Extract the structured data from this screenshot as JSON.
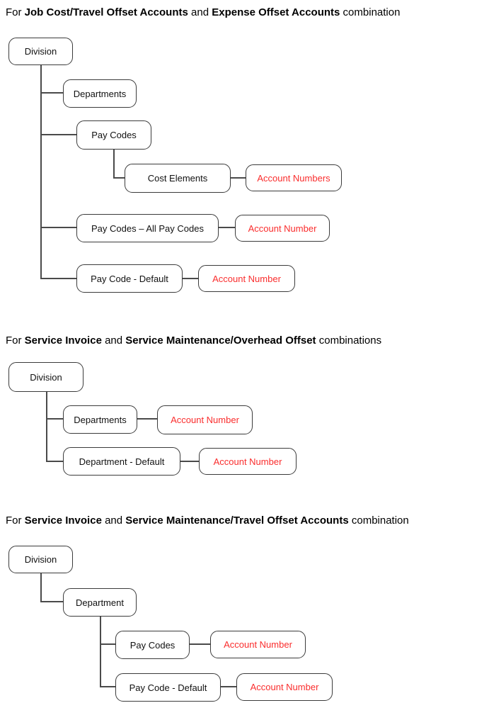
{
  "colors": {
    "background": "#ffffff",
    "node_border": "#3b3b3b",
    "node_text": "#111111",
    "account_text": "#fa2d2d",
    "connector": "#4a4a4a"
  },
  "sections": [
    {
      "title": [
        "For ",
        "Job Cost/Travel Offset Accounts",
        " and ",
        "Expense Offset Accounts",
        " combination"
      ],
      "nodes": {
        "division": "Division",
        "departments": "Departments",
        "pay_codes": "Pay Codes",
        "cost_elements": "Cost Elements",
        "account_numbers": "Account Numbers",
        "all_pay_codes": "Pay Codes – All Pay Codes",
        "account_number_all": "Account Number",
        "pay_code_default": "Pay Code - Default",
        "account_number_default": "Account Number"
      }
    },
    {
      "title": [
        "For ",
        "Service Invoice",
        " and ",
        "Service Maintenance/Overhead Offset",
        " combinations"
      ],
      "nodes": {
        "division": "Division",
        "departments": "Departments",
        "account_number_departments": "Account Number",
        "department_default": "Department - Default",
        "account_number_default": "Account Number"
      }
    },
    {
      "title": [
        "For ",
        "Service Invoice",
        " and ",
        "Service Maintenance/Travel Offset Accounts",
        " combination"
      ],
      "nodes": {
        "division": "Division",
        "department": "Department",
        "pay_codes": "Pay Codes",
        "account_number_pay_codes": "Account Number",
        "pay_code_default": "Pay Code - Default",
        "account_number_default": "Account Number"
      }
    }
  ]
}
